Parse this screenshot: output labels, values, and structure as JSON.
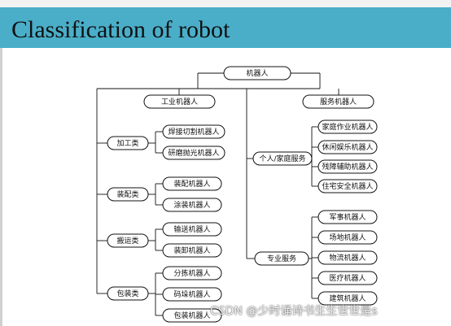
{
  "slide": {
    "title": "Classification of robot",
    "watermark": "CSDN @少时诵诗书生生世世是s"
  },
  "diagram": {
    "root": "机器人",
    "nodes": {
      "industrial": "工业机器人",
      "service": "服务机器人",
      "processing": "加工类",
      "welding": "焊接切割机器人",
      "grinding": "研磨抛光机器人",
      "assembly_class": "装配类",
      "assembly": "装配机器人",
      "painting": "涂装机器人",
      "handling_class": "搬运类",
      "conveying": "输送机器人",
      "unloading": "装卸机器人",
      "packaging_class": "包装类",
      "sorting": "分拣机器人",
      "palletizing": "码垛机器人",
      "packaging": "包装机器人",
      "personal": "个人/家庭服务",
      "household": "家庭作业机器人",
      "leisure": "休闲娱乐机器人",
      "disability": "残障辅助机器人",
      "security": "住宅安全机器人",
      "professional": "专业服务",
      "military": "军事机器人",
      "field": "场地机器人",
      "logistics": "物流机器人",
      "medical": "医疗机器人",
      "construction": "建筑机器人"
    }
  }
}
